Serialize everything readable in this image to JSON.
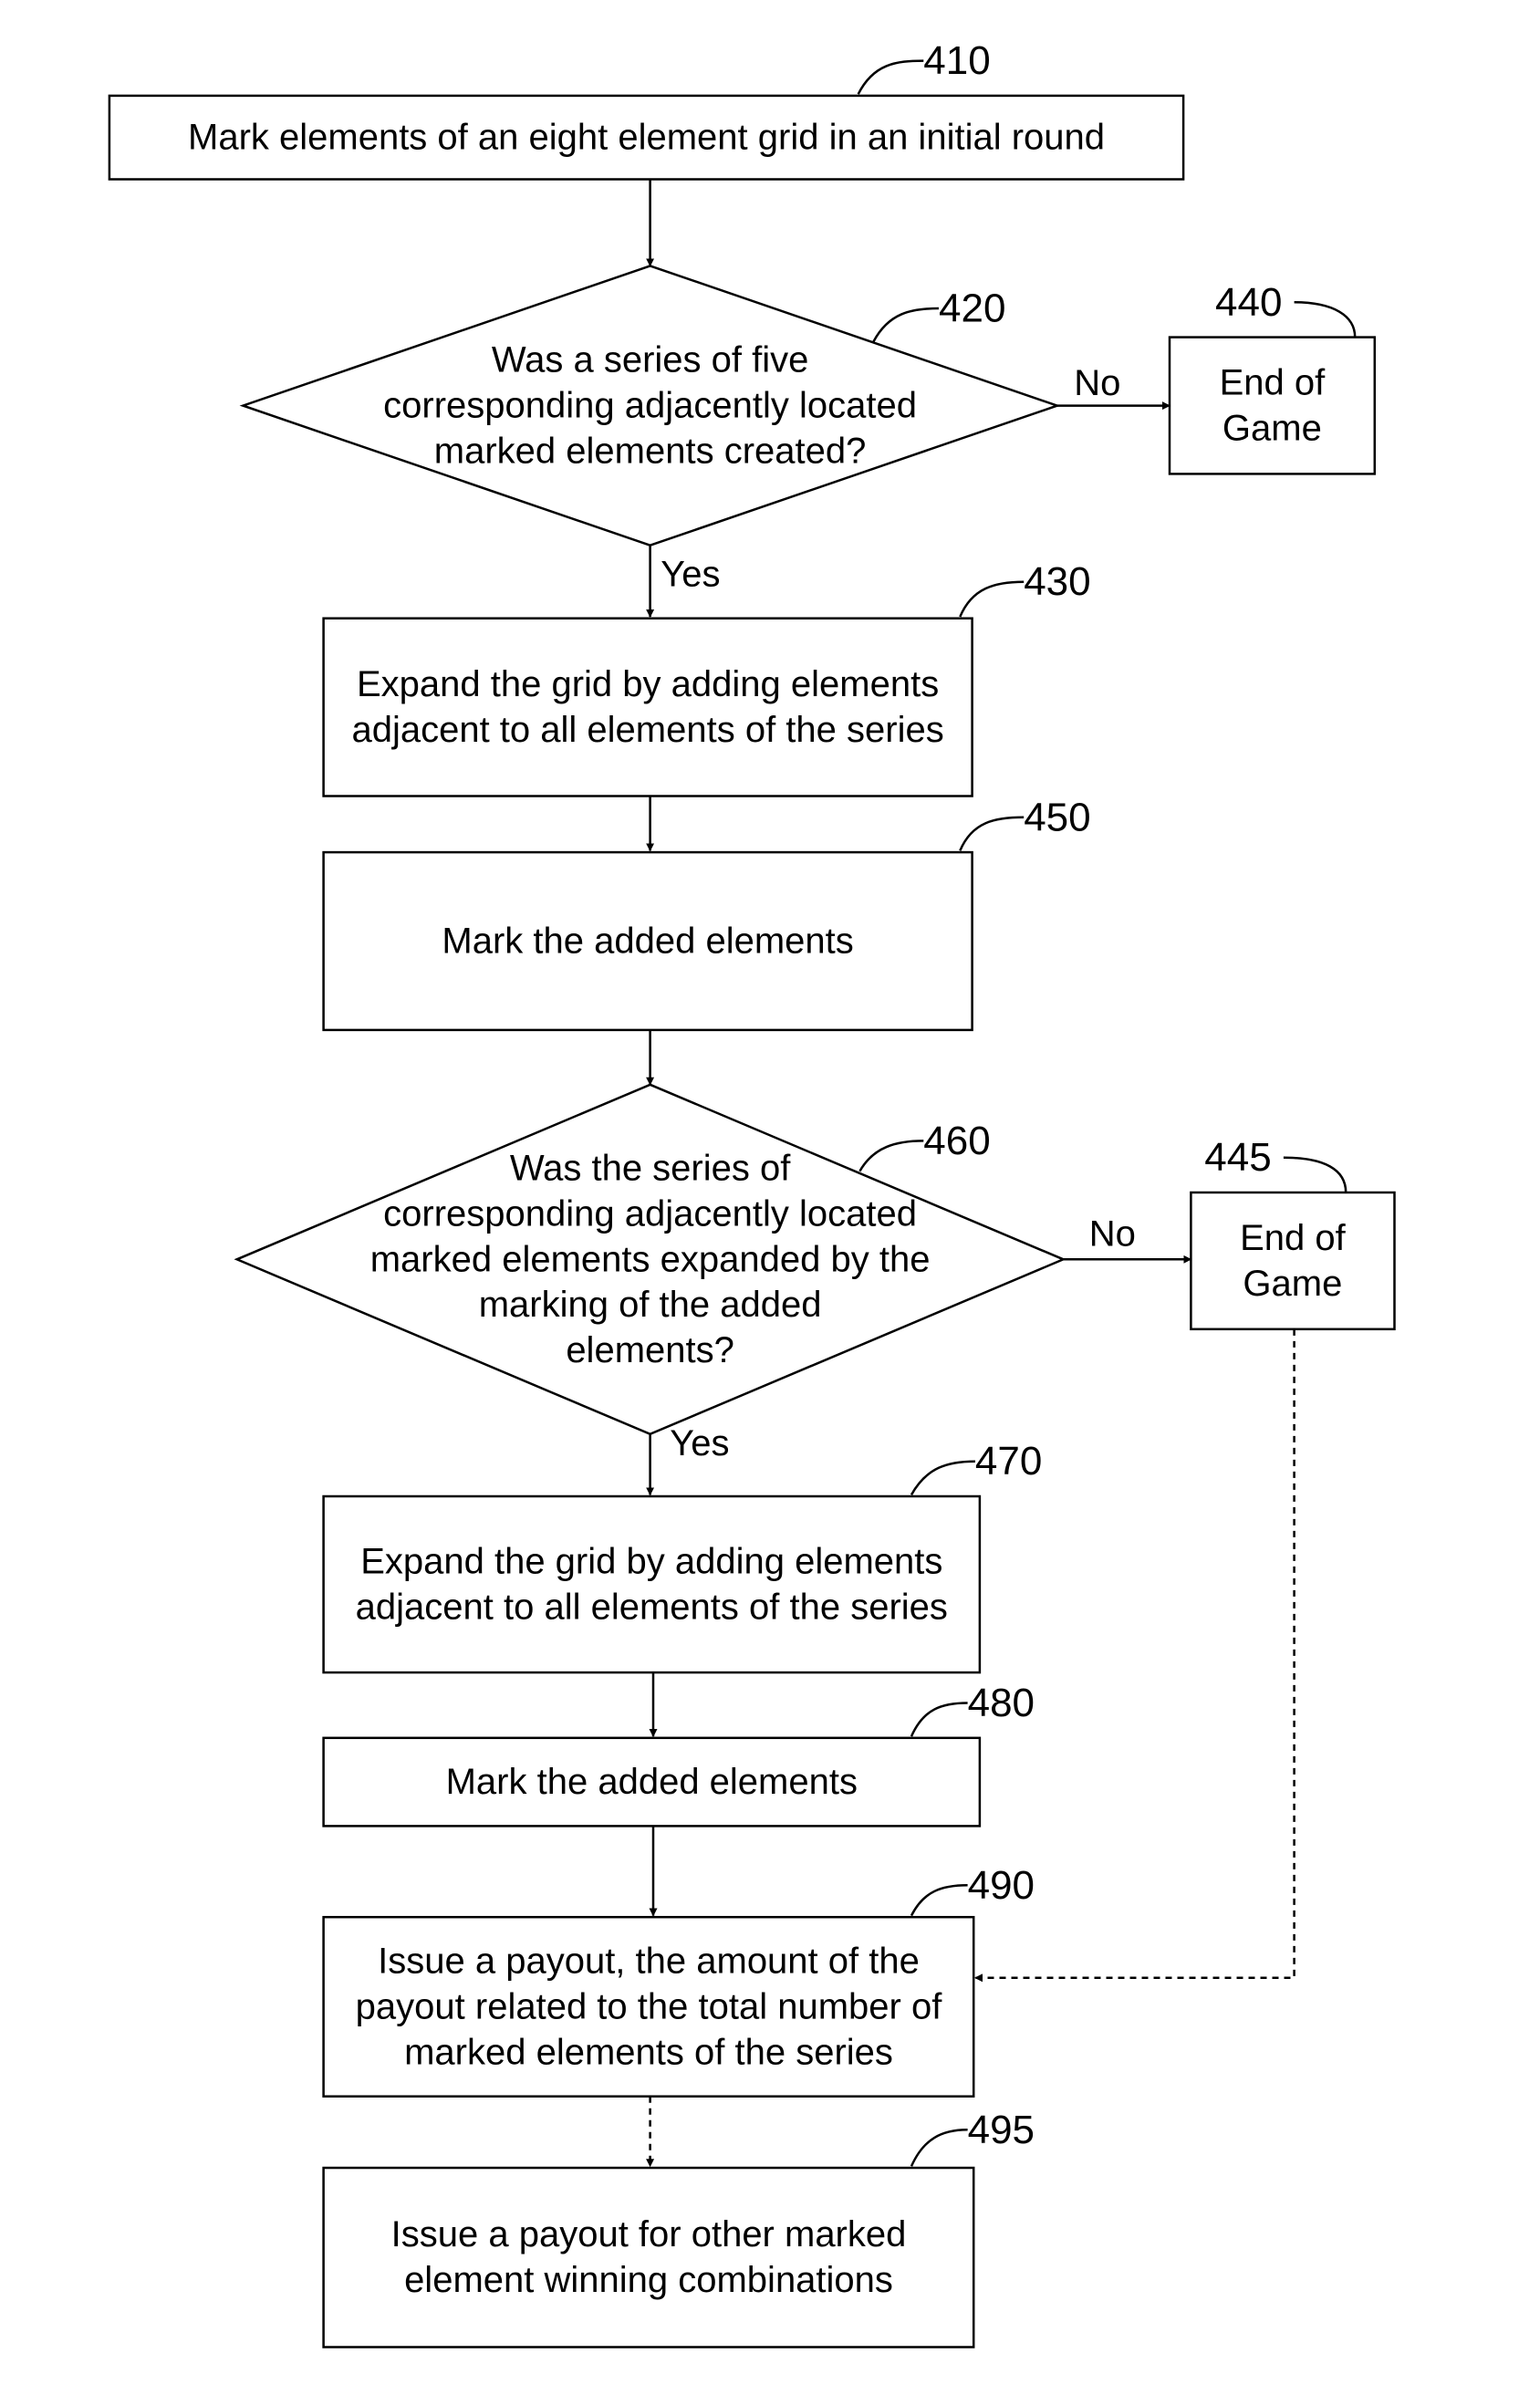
{
  "nodes": [
    {
      "id": "410",
      "ref": "410",
      "type": "process",
      "lines": [
        "Mark elements of an eight element grid in an initial round"
      ]
    },
    {
      "id": "420",
      "ref": "420",
      "type": "decision",
      "lines": [
        "Was a series of five",
        "corresponding adjacently located",
        "marked elements created?"
      ]
    },
    {
      "id": "440",
      "ref": "440",
      "type": "terminal",
      "lines": [
        "End of",
        "Game"
      ]
    },
    {
      "id": "430",
      "ref": "430",
      "type": "process",
      "lines": [
        "Expand the grid by adding elements",
        "adjacent to all elements of the series"
      ]
    },
    {
      "id": "450",
      "ref": "450",
      "type": "process",
      "lines": [
        "Mark the added elements"
      ]
    },
    {
      "id": "460",
      "ref": "460",
      "type": "decision",
      "lines": [
        "Was the series of",
        "corresponding adjacently located",
        "marked elements expanded by the",
        "marking of the added",
        "elements?"
      ]
    },
    {
      "id": "445",
      "ref": "445",
      "type": "terminal",
      "lines": [
        "End of",
        "Game"
      ]
    },
    {
      "id": "470",
      "ref": "470",
      "type": "process",
      "lines": [
        "Expand the grid by adding elements",
        "adjacent to all elements of the series"
      ]
    },
    {
      "id": "480",
      "ref": "480",
      "type": "process",
      "lines": [
        "Mark the added elements"
      ]
    },
    {
      "id": "490",
      "ref": "490",
      "type": "process",
      "lines": [
        "Issue a payout, the amount of the",
        "payout related to the total number of",
        "marked elements of the series"
      ]
    },
    {
      "id": "495",
      "ref": "495",
      "type": "process",
      "lines": [
        "Issue a payout for other marked",
        "element winning combinations"
      ]
    }
  ],
  "edges": [
    {
      "from": "410",
      "to": "420",
      "label": "",
      "style": "solid"
    },
    {
      "from": "420",
      "to": "440",
      "label": "No",
      "style": "solid"
    },
    {
      "from": "420",
      "to": "430",
      "label": "Yes",
      "style": "solid"
    },
    {
      "from": "430",
      "to": "450",
      "label": "",
      "style": "solid"
    },
    {
      "from": "450",
      "to": "460",
      "label": "",
      "style": "solid"
    },
    {
      "from": "460",
      "to": "445",
      "label": "No",
      "style": "solid"
    },
    {
      "from": "460",
      "to": "470",
      "label": "Yes",
      "style": "solid"
    },
    {
      "from": "470",
      "to": "480",
      "label": "",
      "style": "solid"
    },
    {
      "from": "480",
      "to": "490",
      "label": "",
      "style": "solid"
    },
    {
      "from": "445",
      "to": "490",
      "label": "",
      "style": "dashed"
    },
    {
      "from": "490",
      "to": "495",
      "label": "",
      "style": "dashed"
    }
  ]
}
